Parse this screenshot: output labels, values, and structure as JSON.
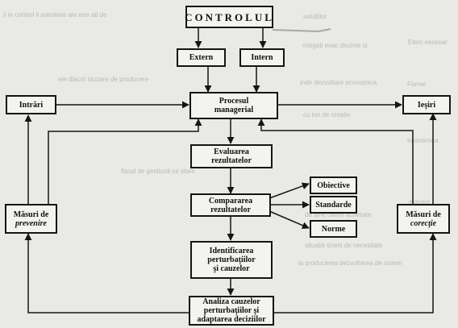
{
  "diagram": {
    "title": "CONTROLUL",
    "nodes": {
      "extern": "Extern",
      "intern": "Intern",
      "proces": [
        "Procesul",
        "managerial"
      ],
      "intrari": "Intrări",
      "iesiri": "Ieşiri",
      "evaluare": [
        "Evaluarea",
        "rezultatelor"
      ],
      "comparare": [
        "Compararea",
        "rezultatelor"
      ],
      "obiective": "Obiective",
      "standarde": "Standarde",
      "norme": "Norme",
      "prevenire": [
        "Măsuri de",
        "prevenire"
      ],
      "corectie": [
        "Măsuri de",
        "corecţie"
      ],
      "identificare": [
        "Identificarea",
        "perturbaţiilor",
        "şi cauzelor"
      ],
      "analiza": [
        "Analiza cauzelor",
        "perturbaţiilor şi",
        "adaptarea deciziilor"
      ]
    }
  },
  "colors": {
    "line": "#151515",
    "box_fill": "#f3f3f0",
    "paper": "#e9e9e6",
    "ghost_text": "#b9b9b4"
  }
}
